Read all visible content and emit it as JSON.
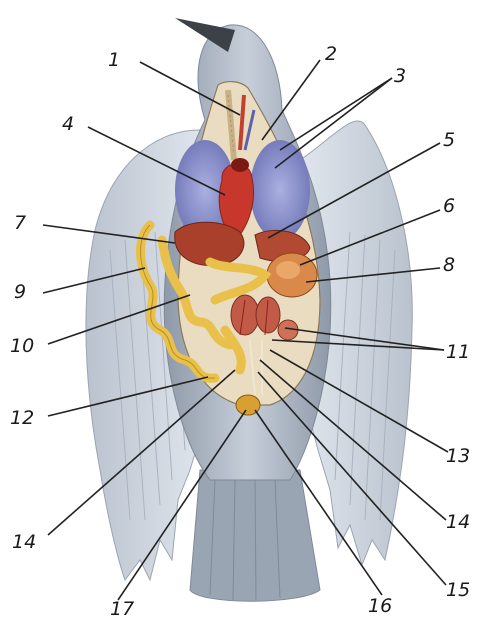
{
  "diagram": {
    "labels": [
      "1",
      "2",
      "3",
      "4",
      "5",
      "6",
      "7",
      "8",
      "9",
      "10",
      "11",
      "12",
      "13",
      "14",
      "14",
      "15",
      "16",
      "17"
    ]
  },
  "colors": {
    "feather": "#cfd6e0",
    "feather_shade": "#9aa5b3",
    "lung": "#7f86c4",
    "heart": "#c8372b",
    "liver": "#a8402c",
    "intestine": "#e8c04a",
    "kidney": "#c25a48",
    "cavity": "#e9dcc0"
  }
}
